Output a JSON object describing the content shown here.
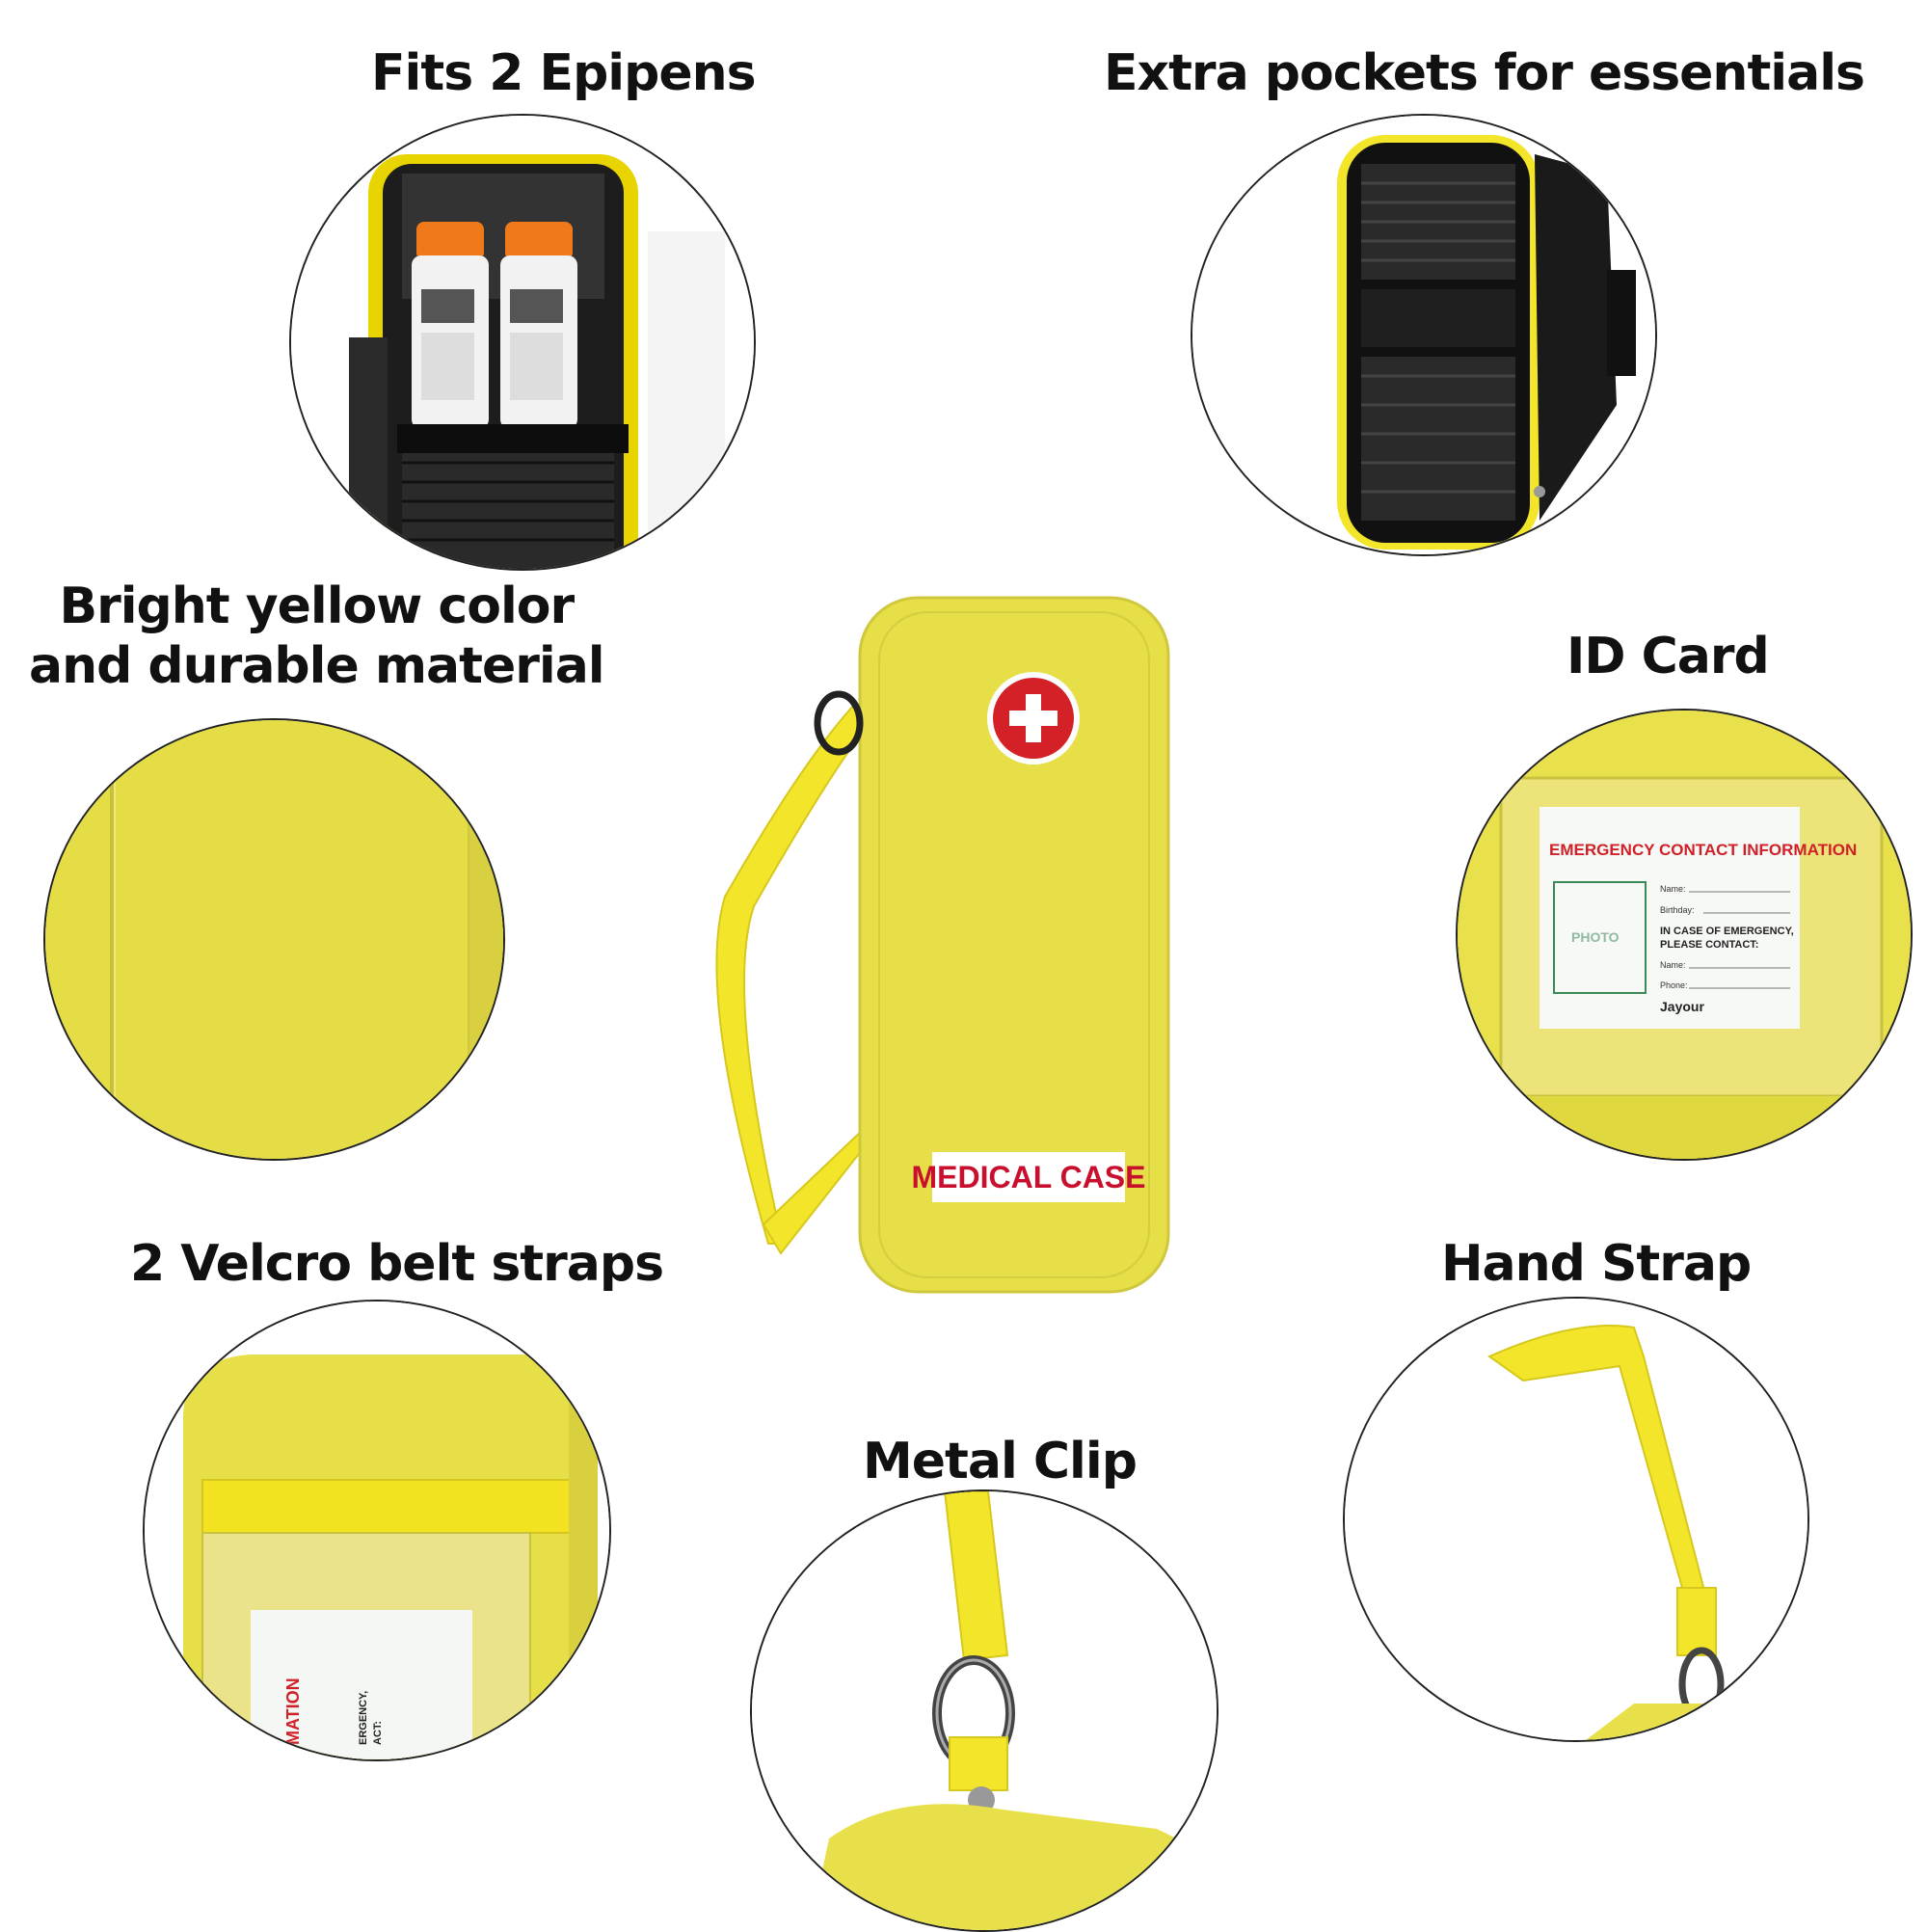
{
  "captions": {
    "epipens": "Fits 2 Epipens",
    "pockets": "Extra pockets for essentials",
    "color_line1": "Bright yellow color",
    "color_line2": "and durable material",
    "id_card": "ID Card",
    "velcro": "2 Velcro belt straps",
    "hand_strap": "Hand Strap",
    "metal_clip": "Metal Clip"
  },
  "product": {
    "label": "MEDICAL CASE"
  },
  "id_card": {
    "title": "EMERGENCY CONTACT INFORMATION",
    "photo": "PHOTO",
    "name": "Name:",
    "birthday": "Birthday:",
    "emergency_line1": "IN CASE OF EMERGENCY,",
    "emergency_line2": "PLEASE CONTACT:",
    "contact_name": "Name:",
    "phone": "Phone:",
    "brand": "Jayour"
  },
  "velcro_card": {
    "text1": "MATION",
    "text2": "ERGENCY,",
    "text3": "ACT:"
  },
  "colors": {
    "case_yellow": "#e6e04a",
    "strap_yellow": "#f2e52a",
    "cross_red": "#d32127",
    "label_red": "#c8102e"
  }
}
